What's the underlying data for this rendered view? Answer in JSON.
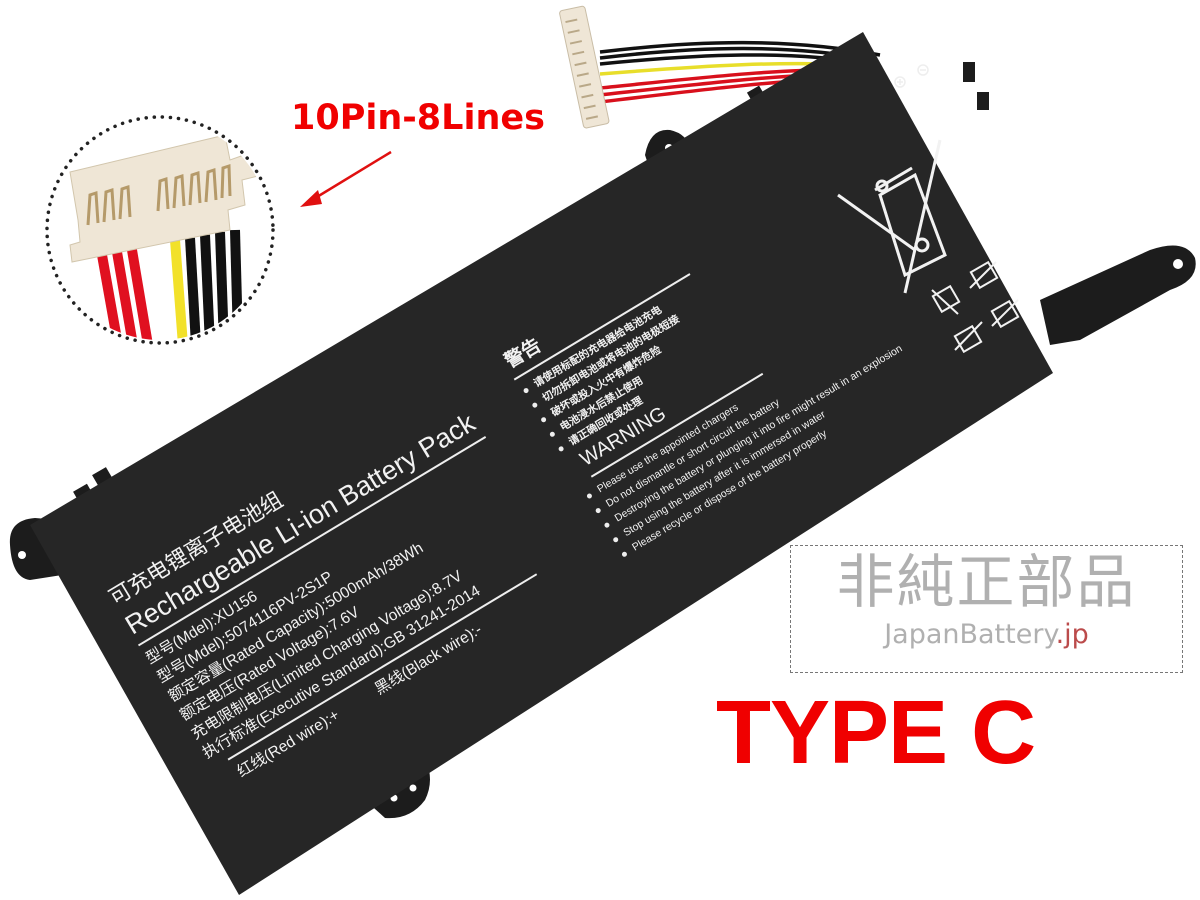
{
  "callout": {
    "label": "10Pin-8Lines",
    "color": "#f00000"
  },
  "type_label": "TYPE C",
  "battery_label": {
    "title_cn": "可充电锂离子电池组",
    "title_en": "Rechargeable Li-ion Battery Pack",
    "specs": [
      "型号(Mdel):XU156",
      "型号(Mdel):5074116PV-2S1P",
      "额定容量(Rated Capacity):5000mAh/38Wh",
      "额定电压(Rated Voltage):7.6V",
      "充电限制电压(Limited Charging Voltage):8.7V",
      "执行标准(Executive Standard):GB 31241-2014"
    ],
    "red_wire": "红线(Red wire):+",
    "black_wire": "黑线(Black wire):-"
  },
  "warning": {
    "title_cn": "警告",
    "items_cn": [
      "请使用标配的充电器给电池充电",
      "切勿拆卸电池或将电池的电极短接",
      "破坏或投入火中有爆炸危险",
      "电池浸水后禁止使用",
      "请正确回收或处理"
    ],
    "title_en": "WARNING",
    "items_en": [
      "Please use the appointed chargers",
      "Do not dismantle or short circuit the battery",
      "Destroying the battery or plunging it into fire might result in an explosion",
      "Stop using the battery after it is immersed in water",
      "Please recycle or dispose of the battery properly"
    ]
  },
  "watermark": {
    "cn": "非純正部品",
    "en": "JapanBattery",
    "en_suffix": ".jp"
  },
  "colors": {
    "battery": "#262626",
    "accent_red": "#f00000",
    "connector": "#efe6d6"
  }
}
